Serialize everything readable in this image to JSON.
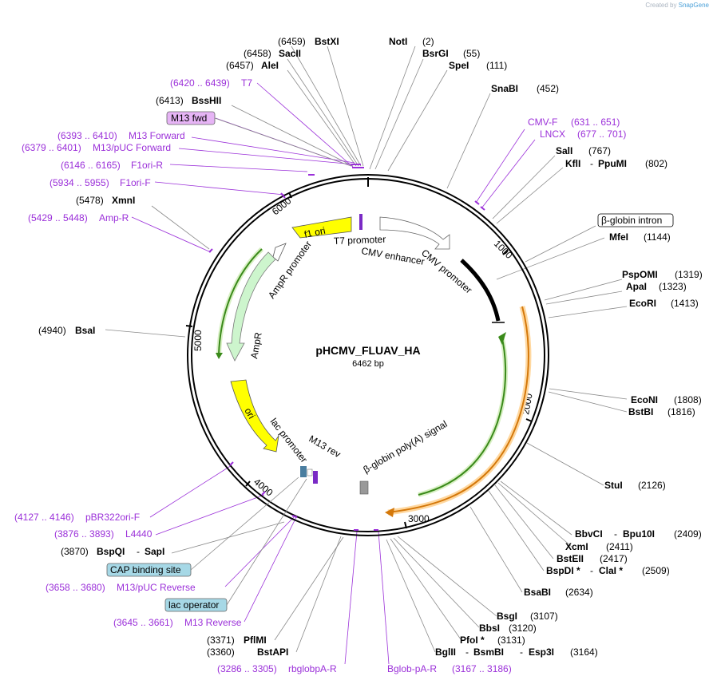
{
  "brand": {
    "prefix": "Created by",
    "name": "SnapGene"
  },
  "plasmid": {
    "name": "pHCMV_FLUAV_HA",
    "length_label": "6462 bp",
    "length": 6462
  },
  "colors": {
    "primer": "#9b30d9",
    "enzyme": "#000000",
    "leader": "#7a7a7a",
    "backbone": "#000000"
  },
  "ticks": [
    "1000",
    "2000",
    "3000",
    "4000",
    "5000",
    "6000"
  ],
  "enzymes": [
    {
      "name": "BstXI",
      "pos": "(6459)"
    },
    {
      "name": "SacII",
      "pos": "(6458)"
    },
    {
      "name": "AleI",
      "pos": "(6457)"
    },
    {
      "name": "BssHII",
      "pos": "(6413)"
    },
    {
      "name": "NotI",
      "pos": "(2)"
    },
    {
      "name": "BsrGI",
      "pos": "(55)"
    },
    {
      "name": "SpeI",
      "pos": "(111)"
    },
    {
      "name": "SnaBI",
      "pos": "(452)"
    },
    {
      "name": "SalI",
      "pos": "(767)"
    },
    {
      "name": "KflI",
      "sep": "-",
      "name2": "PpuMI",
      "pos": "(802)"
    },
    {
      "name": "MfeI",
      "pos": "(1144)"
    },
    {
      "name": "PspOMI",
      "pos": "(1319)"
    },
    {
      "name": "ApaI",
      "pos": "(1323)"
    },
    {
      "name": "EcoRI",
      "pos": "(1413)"
    },
    {
      "name": "EcoNI",
      "pos": "(1808)"
    },
    {
      "name": "BstBI",
      "pos": "(1816)"
    },
    {
      "name": "StuI",
      "pos": "(2126)"
    },
    {
      "name": "BbvCI",
      "sep": "-",
      "name2": "Bpu10I",
      "pos": "(2409)"
    },
    {
      "name": "XcmI",
      "pos": "(2411)"
    },
    {
      "name": "BstEII",
      "pos": "(2417)"
    },
    {
      "name": "BspDI *",
      "sep": "-",
      "name2": "ClaI *",
      "pos": "(2509)"
    },
    {
      "name": "BsaBI",
      "pos": "(2634)"
    },
    {
      "name": "BsgI",
      "pos": "(3107)"
    },
    {
      "name": "BbsI",
      "pos": "(3120)"
    },
    {
      "name": "PfoI *",
      "pos": "(3131)"
    },
    {
      "name": "BglII",
      "sep": "-",
      "name2": "BsmBI",
      "sep2": "-",
      "name3": "Esp3I",
      "pos": "(3164)"
    },
    {
      "name": "XmnI",
      "pos": "(5478)"
    },
    {
      "name": "BsaI",
      "pos": "(4940)"
    },
    {
      "name": "BspQI",
      "sep": "-",
      "name2": "SapI",
      "pos": "(3870)"
    },
    {
      "name": "PflMI",
      "pos": "(3371)"
    },
    {
      "name": "BstAPI",
      "pos": "(3360)"
    }
  ],
  "primers": [
    {
      "range": "(6420 .. 6439)",
      "name": "T7"
    },
    {
      "range": "(6393 .. 6410)",
      "name": "M13 Forward"
    },
    {
      "range": "(6379 .. 6401)",
      "name": "M13/pUC Forward"
    },
    {
      "range": "(6146 .. 6165)",
      "name": "F1ori-R"
    },
    {
      "range": "(5934 .. 5955)",
      "name": "F1ori-F"
    },
    {
      "range": "(5429 .. 5448)",
      "name": "Amp-R"
    },
    {
      "range": "(631 .. 651)",
      "name": "CMV-F"
    },
    {
      "range": "(677 .. 701)",
      "name": "LNCX"
    },
    {
      "range": "(4127 .. 4146)",
      "name": "pBR322ori-F"
    },
    {
      "range": "(3876 .. 3893)",
      "name": "L4440"
    },
    {
      "range": "(3658 .. 3680)",
      "name": "M13/pUC Reverse"
    },
    {
      "range": "(3645 .. 3661)",
      "name": "M13 Reverse"
    },
    {
      "range": "(3286 .. 3305)",
      "name": "rbglobpA-R"
    },
    {
      "range": "(3167 .. 3186)",
      "name": "Bglob-pA-R"
    }
  ],
  "boxed": [
    {
      "label": "M13 fwd"
    },
    {
      "label": "β-globin intron"
    },
    {
      "label": "CAP binding site"
    },
    {
      "label": "lac operator"
    }
  ],
  "features": [
    {
      "label": "f1 ori"
    },
    {
      "label": "T7 promoter"
    },
    {
      "label": "CMV enhancer"
    },
    {
      "label": "CMV promoter"
    },
    {
      "label": "AmpR promoter"
    },
    {
      "label": "AmpR"
    },
    {
      "label": "ori"
    },
    {
      "label": "lac promoter"
    },
    {
      "label": "M13 rev"
    },
    {
      "label": "β-globin poly(A) signal"
    }
  ]
}
